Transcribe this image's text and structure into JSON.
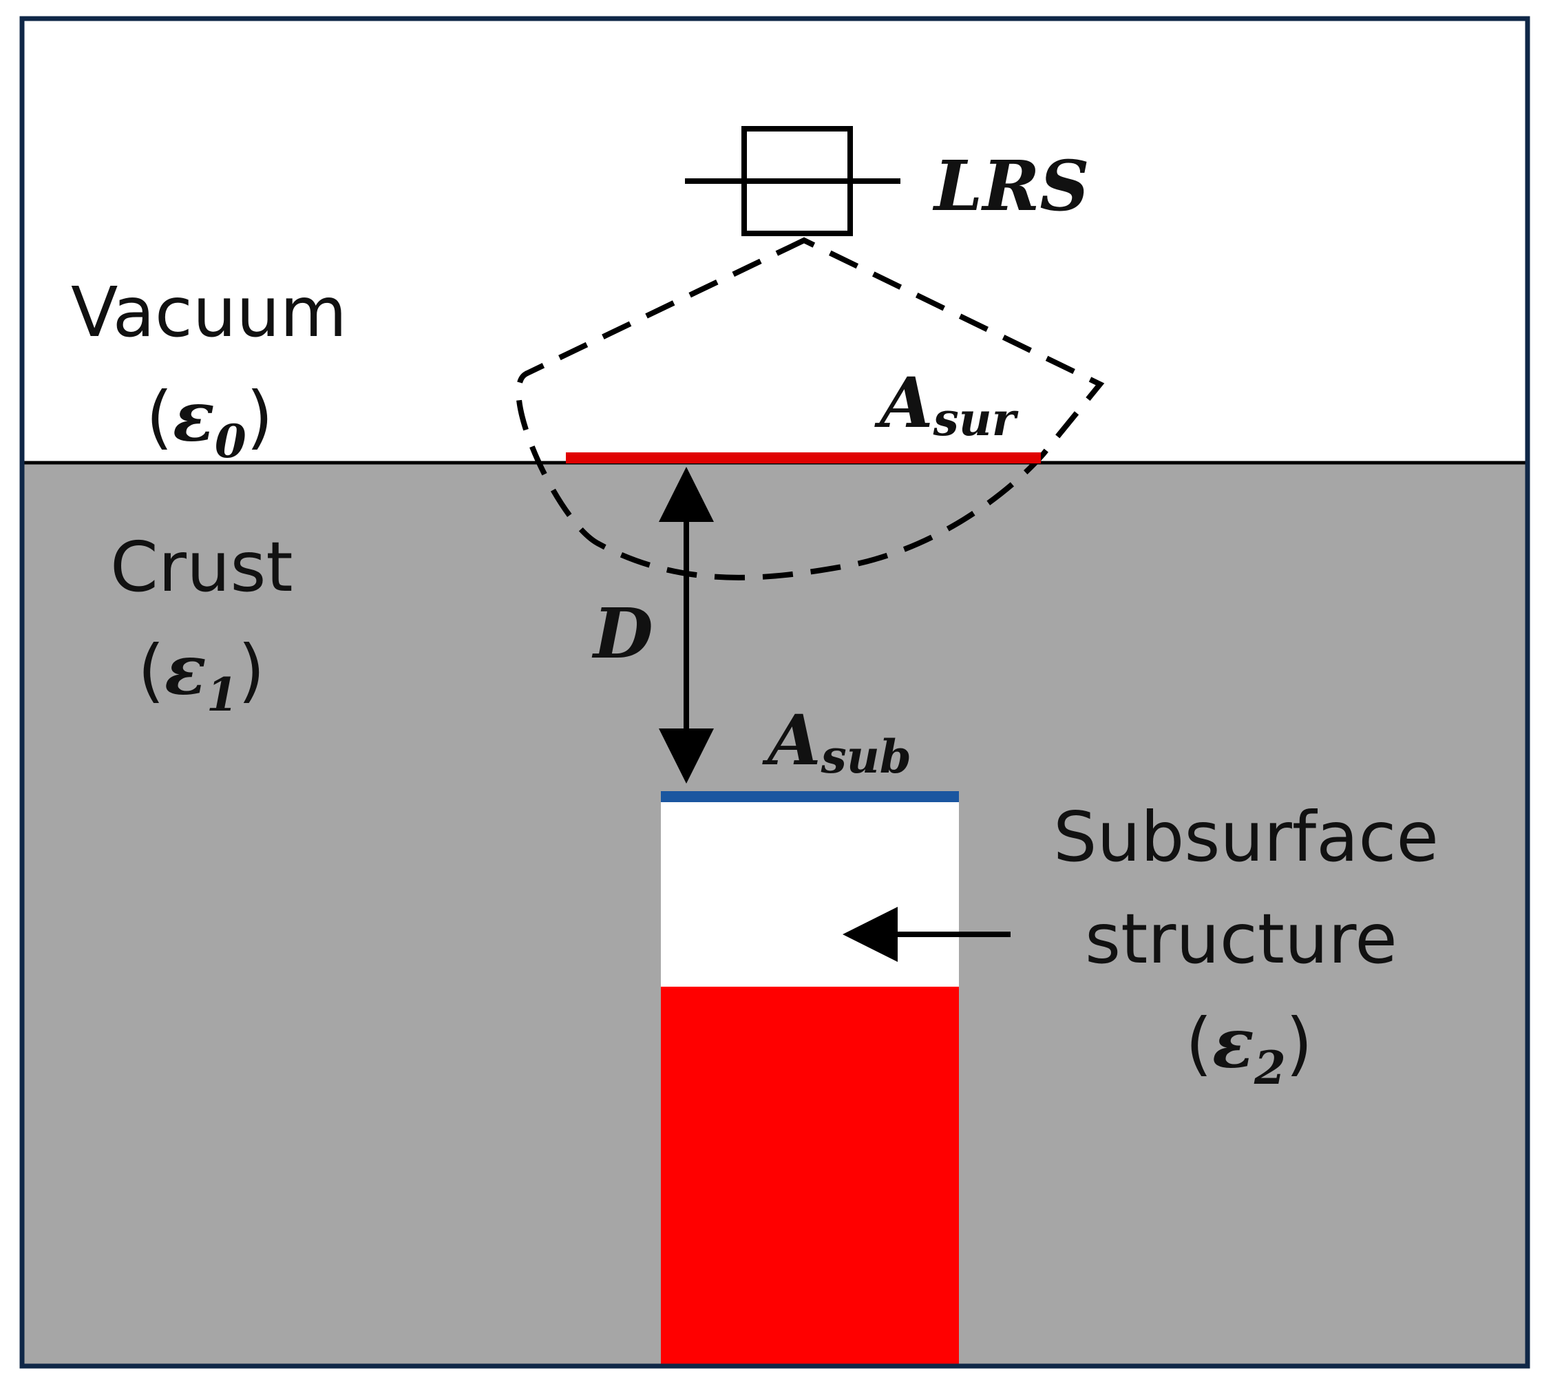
{
  "colors": {
    "frame": "#0f2747",
    "vacuum": "#ffffff",
    "crust": "#a6a6a6",
    "surface_area": "#e00000",
    "subsurface_area": "#1a56a0",
    "structure_fill": "#ff0000",
    "structure_void": "#ffffff",
    "ink": "#000000"
  },
  "labels": {
    "radar": "LRS",
    "vacuum_name": "Vacuum",
    "vacuum_sym": "ε",
    "vacuum_sub": "0",
    "crust_name": "Crust",
    "crust_sym": "ε",
    "crust_sub": "1",
    "depth": "D",
    "a_sur_main": "A",
    "a_sur_sub": "sur",
    "a_sub_main": "A",
    "a_sub_sub": "sub",
    "structure_line1": "Subsurface",
    "structure_line2": "structure",
    "structure_sym": "ε",
    "structure_sub": "2",
    "paren_open": "(",
    "paren_close": ")"
  },
  "icons": {
    "radar": "radar-antenna-icon",
    "arrow": "double-headed-arrow-icon"
  }
}
